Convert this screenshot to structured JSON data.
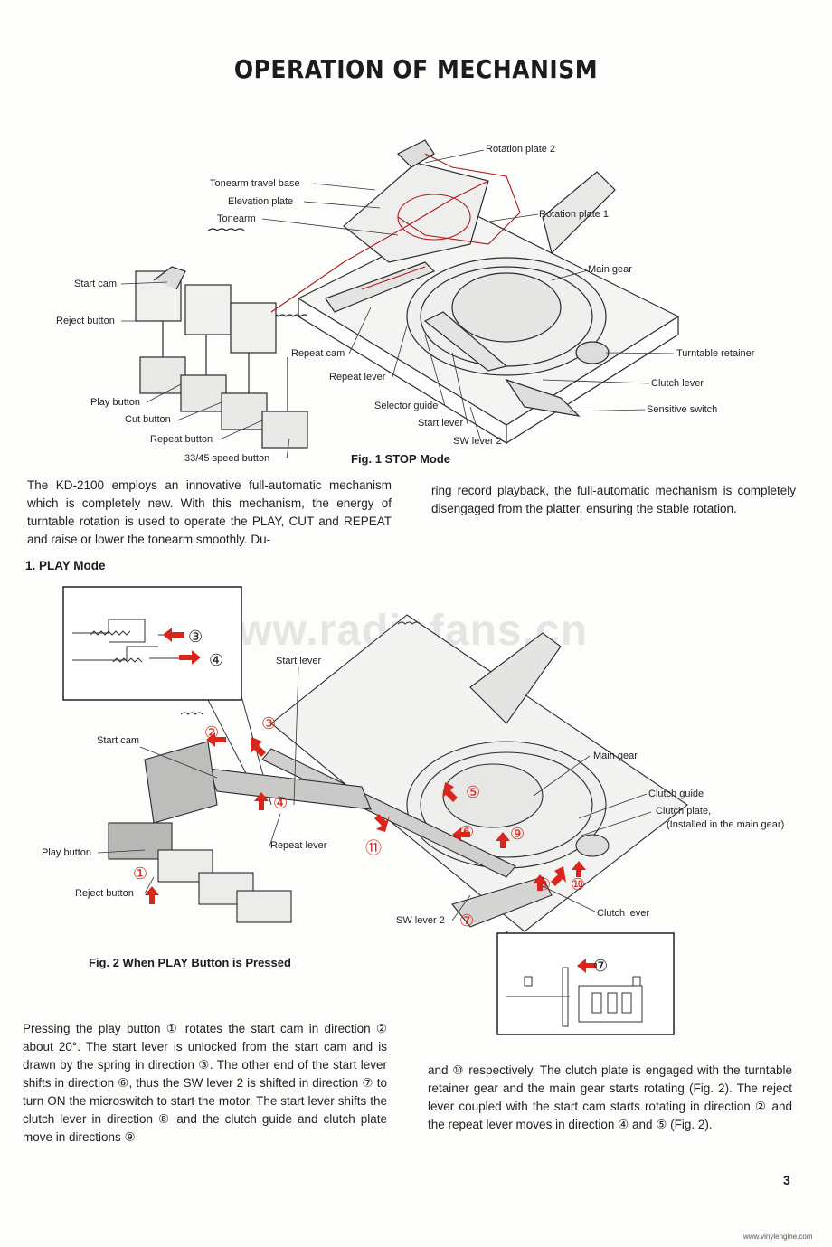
{
  "page_title": "OPERATION OF MECHANISM",
  "fig1": {
    "caption": "Fig. 1  STOP Mode",
    "labels": {
      "rotation_plate_2": "Rotation plate 2",
      "tonearm_travel_base": "Tonearm travel base",
      "elevation_plate": "Elevation plate",
      "tonearm": "Tonearm",
      "rotation_plate_1": "Rotation plate 1",
      "main_gear": "Main gear",
      "start_cam": "Start cam",
      "reject_button": "Reject button",
      "turntable_retainer": "Turntable retainer",
      "repeat_cam": "Repeat cam",
      "clutch_lever": "Clutch lever",
      "repeat_lever": "Repeat lever",
      "sensitive_switch": "Sensitive switch",
      "selector_guide": "Selector guide",
      "play_button": "Play button",
      "start_lever": "Start lever",
      "cut_button": "Cut button",
      "sw_lever_2": "SW lever 2",
      "repeat_button": "Repeat button",
      "speed_button": "33/45 speed button"
    }
  },
  "intro_left": "The KD-2100 employs an innovative full-automatic mechanism which is completely new. With this mechanism, the energy of turntable rotation is used to operate the PLAY, CUT and REPEAT and raise or lower the tonearm smoothly. Du-",
  "intro_right": "ring record playback, the full-automatic mechanism is completely disengaged from the platter, ensuring the stable rotation.",
  "section_heading": "1.  PLAY Mode",
  "watermark": "www.radiofans.cn",
  "fig2": {
    "caption": "Fig. 2  When PLAY Button is Pressed",
    "labels": {
      "start_lever": "Start lever",
      "start_cam": "Start cam",
      "main_gear": "Main gear",
      "clutch_guide": "Clutch guide",
      "clutch_plate": "Clutch plate,",
      "clutch_plate_note": "(Installed in the main gear)",
      "play_button": "Play button",
      "repeat_lever": "Repeat lever",
      "reject_button": "Reject button",
      "clutch_lever": "Clutch lever",
      "sw_lever_2": "SW lever 2"
    },
    "markers": [
      "①",
      "②",
      "③",
      "④",
      "⑤",
      "⑥",
      "⑦",
      "⑧",
      "⑨",
      "⑩",
      "⑪"
    ],
    "inset_top_markers": [
      "③",
      "④"
    ],
    "inset_bottom_marker": "⑦"
  },
  "bottom_left": "Pressing the play button ① rotates the start cam in direction ② about 20°. The start lever is unlocked from the start cam and is drawn by the spring in direction ③. The other end of the start lever shifts in direction ⑥, thus the SW lever 2 is shifted in direction ⑦ to turn ON the microswitch to start the motor. The start lever shifts the clutch lever in direction ⑧ and the clutch guide and clutch plate move in directions ⑨",
  "bottom_right": "and ⑩ respectively. The clutch plate is engaged with the turntable retainer gear and the main gear starts rotating (Fig. 2). The reject lever coupled with the start cam starts rotating in direction ② and the repeat lever moves in direction ④ and ⑤ (Fig. 2).",
  "page_number": "3",
  "site": "www.vinylengine.com",
  "colors": {
    "arrow_red": "#d8261c",
    "ink": "#1c1c1c",
    "drawing_red": "#b0181a"
  }
}
